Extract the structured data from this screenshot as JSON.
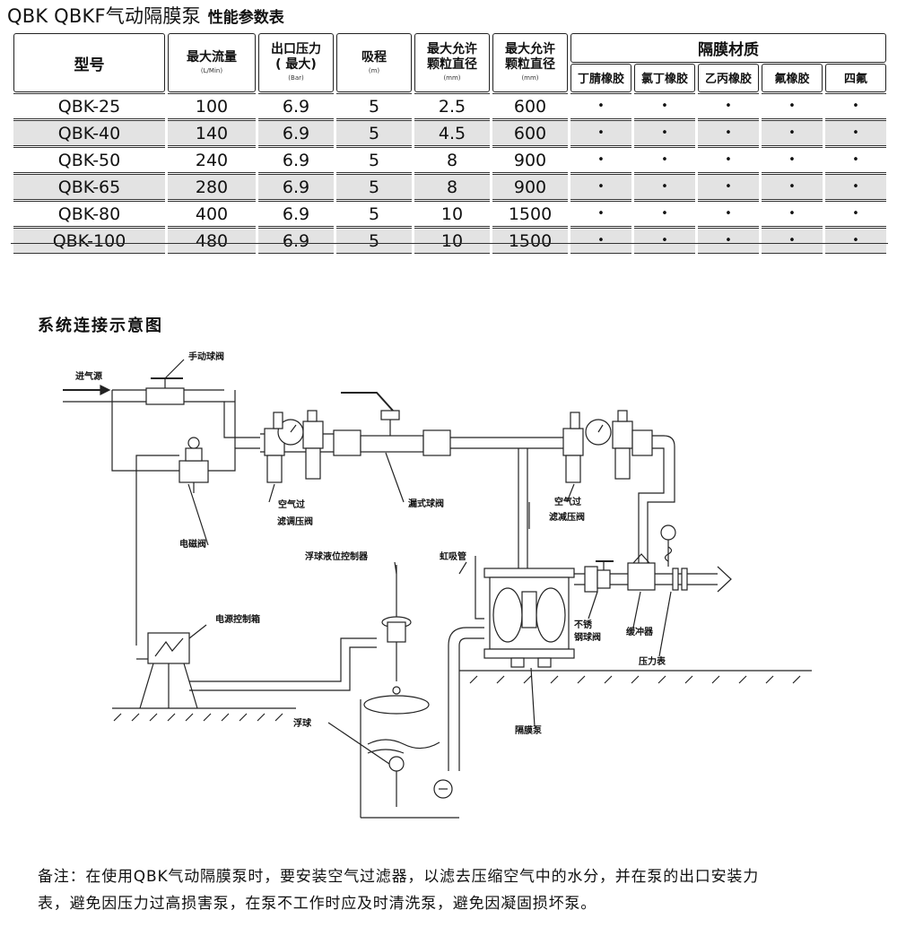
{
  "title": {
    "model": "QBK QBKF气动隔膜泵",
    "subtitle": "性能参数表"
  },
  "table": {
    "headers": {
      "model": "型号",
      "flow": "最大流量",
      "flow_unit": "(L/Min)",
      "pressure_l1": "出口压力",
      "pressure_l2": "( 最大)",
      "pressure_unit": "(Bar)",
      "suction": "吸程",
      "suction_unit": "(m)",
      "particle_l1": "最大允许",
      "particle_l2": "颗粒直径",
      "particle_unit": "(mm)",
      "particle2_l1": "最大允许",
      "particle2_l2": "颗粒直径",
      "particle2_unit": "(mm)",
      "materials_group": "隔膜材质",
      "materials": [
        "丁腈橡胶",
        "氯丁橡胶",
        "乙丙橡胶",
        "氟橡胶",
        "四氟"
      ]
    },
    "rows": [
      {
        "model": "QBK-25",
        "flow": "100",
        "pressure": "6.9",
        "suction": "5",
        "particle": "2.5",
        "particle2": "600",
        "marks": [
          "•",
          "•",
          "•",
          "•",
          "•"
        ]
      },
      {
        "model": "QBK-40",
        "flow": "140",
        "pressure": "6.9",
        "suction": "5",
        "particle": "4.5",
        "particle2": "600",
        "marks": [
          "•",
          "•",
          "•",
          "•",
          "•"
        ]
      },
      {
        "model": "QBK-50",
        "flow": "240",
        "pressure": "6.9",
        "suction": "5",
        "particle": "8",
        "particle2": "900",
        "marks": [
          "•",
          "•",
          "•",
          "•",
          "•"
        ]
      },
      {
        "model": "QBK-65",
        "flow": "280",
        "pressure": "6.9",
        "suction": "5",
        "particle": "8",
        "particle2": "900",
        "marks": [
          "•",
          "•",
          "•",
          "•",
          "•"
        ]
      },
      {
        "model": "QBK-80",
        "flow": "400",
        "pressure": "6.9",
        "suction": "5",
        "particle": "10",
        "particle2": "1500",
        "marks": [
          "•",
          "•",
          "•",
          "•",
          "•"
        ]
      },
      {
        "model": "QBK-100",
        "flow": "480",
        "pressure": "6.9",
        "suction": "5",
        "particle": "10",
        "particle2": "1500",
        "marks": [
          "•",
          "•",
          "•",
          "•",
          "•"
        ]
      }
    ]
  },
  "diagram": {
    "title": "系统连接示意图",
    "labels": {
      "air_source": "进气源",
      "manual_valve": "手动球阀",
      "filter_regulator_1_l1": "空气过",
      "filter_regulator_1_l2": "滤调压阀",
      "leak_valve": "漏式球阀",
      "filter_regulator_2_l1": "空气过",
      "filter_regulator_2_l2": "滤减压阀",
      "solenoid_valve": "电磁阀",
      "float_controller": "浮球液位控制器",
      "siphon": "虹吸管",
      "power_box": "电源控制箱",
      "stainless_valve_l1": "不锈",
      "stainless_valve_l2": "钢球阀",
      "buffer": "缓冲器",
      "pressure_gauge": "压力表",
      "float_ball": "浮球",
      "diaphragm_pump": "隔膜泵"
    }
  },
  "note": {
    "line1": "备注：在使用QBK气动隔膜泵时，要安装空气过滤器，以滤去压缩空气中的水分，并在泵的出口安装力",
    "line2": "表，避免因压力过高损害泵，在泵不工作时应及时清洗泵，避免因凝固损坏泵。"
  }
}
